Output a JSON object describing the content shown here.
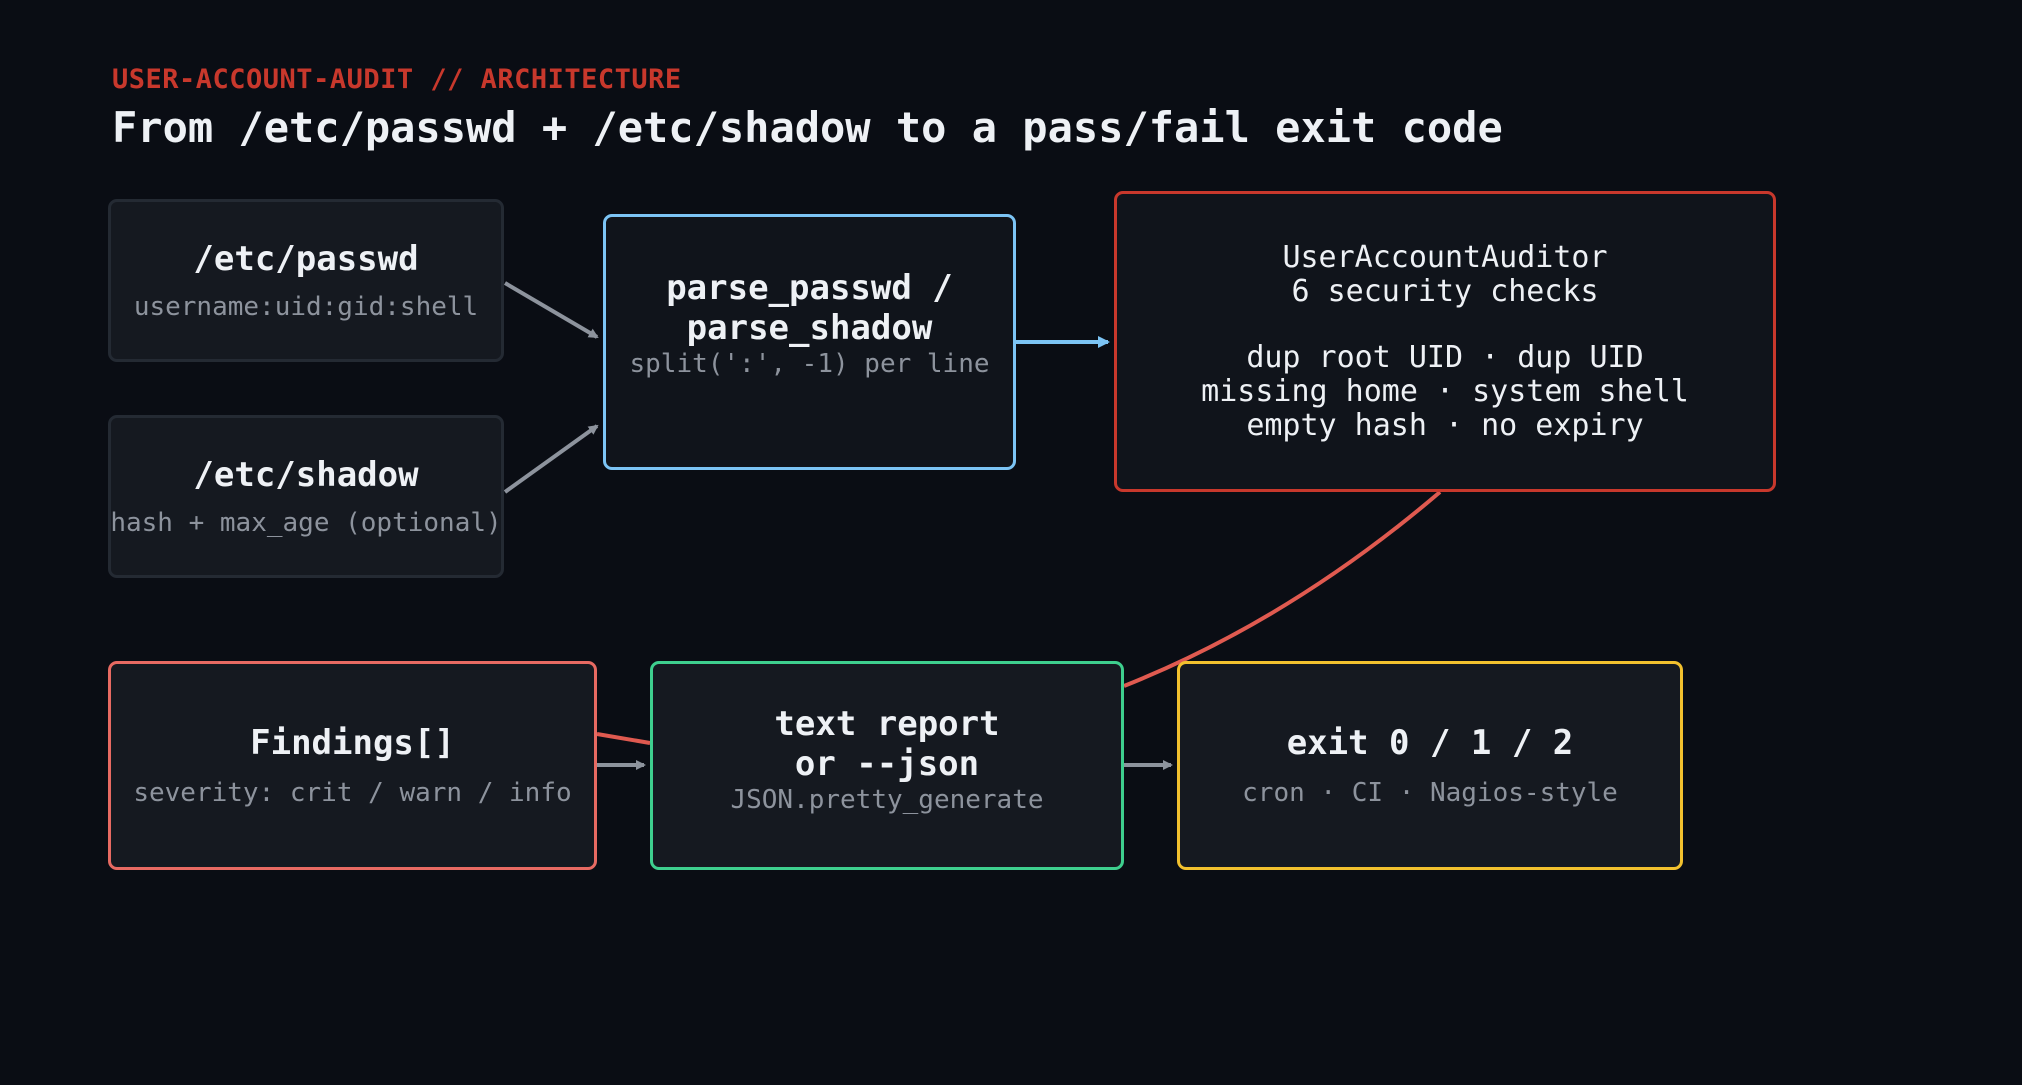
{
  "header": {
    "eyebrow": "USER-ACCOUNT-AUDIT // ARCHITECTURE",
    "title": "From /etc/passwd + /etc/shadow to a pass/fail exit code"
  },
  "nodes": {
    "passwd": {
      "title": "/etc/passwd",
      "subtitle": "username:uid:gid:shell"
    },
    "shadow": {
      "title": "/etc/shadow",
      "subtitle": "hash + max_age (optional)"
    },
    "parse": {
      "title": "parse_passwd /\nparse_shadow",
      "subtitle": "split(':', -1) per line"
    },
    "auditor": {
      "title": "UserAccountAuditor\n6 security checks",
      "body": "dup root UID · dup UID\nmissing home · system shell\nempty hash · no expiry"
    },
    "findings": {
      "title": "Findings[]",
      "subtitle": "severity: crit / warn / info"
    },
    "report": {
      "title": "text report\nor --json",
      "subtitle": "JSON.pretty_generate"
    },
    "exit": {
      "title": "exit 0 / 1 / 2",
      "subtitle": "cron · CI · Nagios-style"
    }
  },
  "colors": {
    "background": "#0a0d14",
    "accent_red": "#c8382c",
    "parse_border": "#7cc4f5",
    "findings_border": "#e76a62",
    "report_border": "#3ecf8e",
    "exit_border": "#f2c12e",
    "arrow_gray": "#8d939d"
  }
}
